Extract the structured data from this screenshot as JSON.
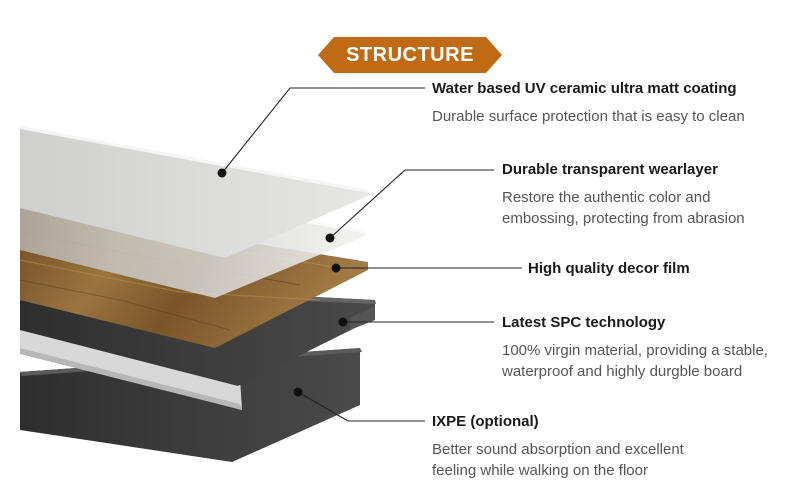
{
  "banner": {
    "text": "STRUCTURE",
    "color": "#c06a14"
  },
  "layers": [
    {
      "title": "Water based UV ceramic ultra matt coating",
      "desc": [
        "Durable surface protection that is easy to clean"
      ]
    },
    {
      "title": "Durable transparent wearlayer",
      "desc": [
        "Restore the authentic color and",
        "embossing, protecting from abrasion"
      ]
    },
    {
      "title": "High quality decor film",
      "desc": []
    },
    {
      "title": "Latest SPC technology",
      "desc": [
        "100% virgin material, providing a stable,",
        "waterproof and highly durgble board"
      ]
    },
    {
      "title": "IXPE (optional)",
      "desc": [
        "Better sound absorption and excellent",
        "feeling while walking on the floor"
      ]
    }
  ],
  "colors": {
    "coating": "#dcdcda",
    "wearlayer": "#ececeb",
    "wood": "#8a6331",
    "spc": "#3b3b3b",
    "ixpe": "#dedede",
    "leader": "#222222"
  }
}
